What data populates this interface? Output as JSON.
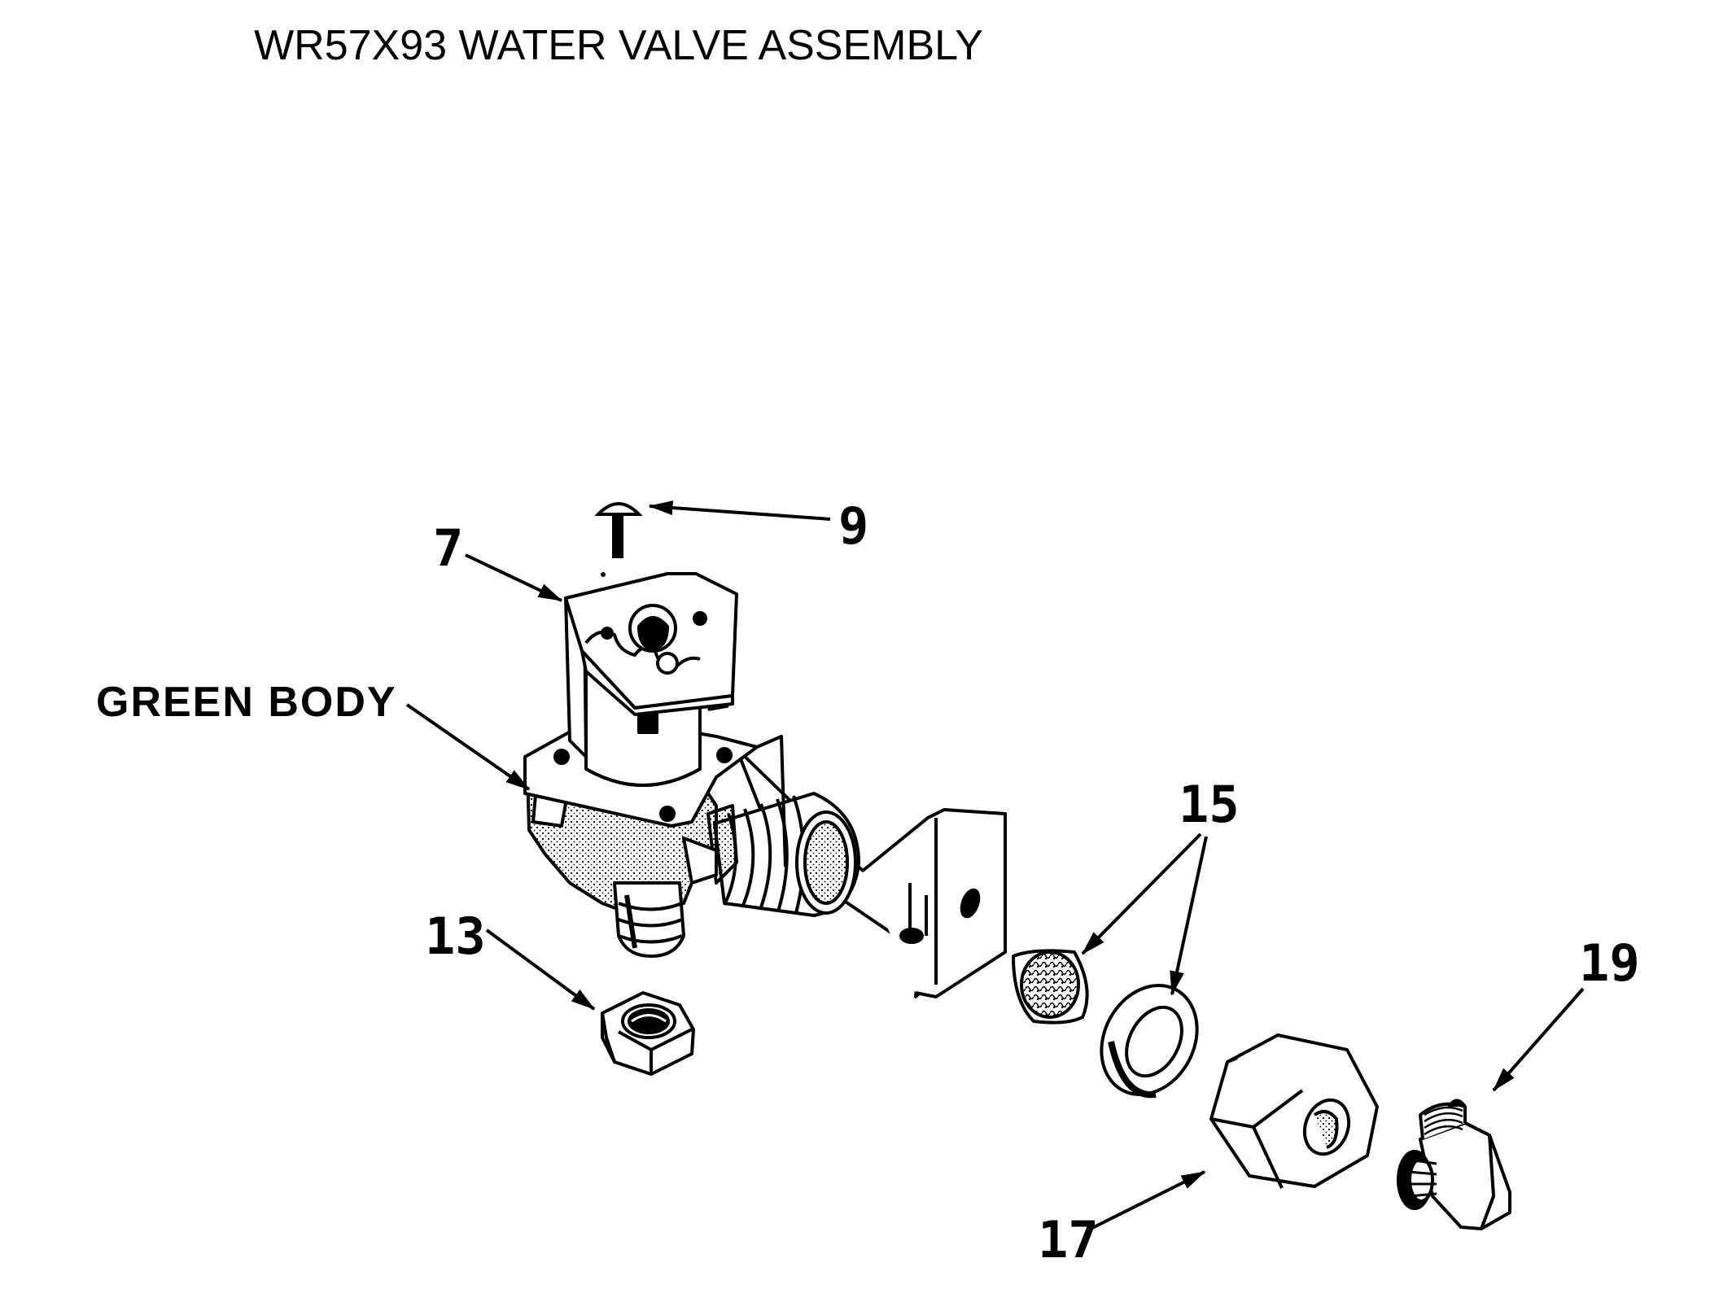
{
  "title": "WR57X93 WATER VALVE ASSEMBLY",
  "callouts": {
    "green_body": "GREEN BODY",
    "c7": "7",
    "c9": "9",
    "c13": "13",
    "c15": "15",
    "c17": "17",
    "c19": "19"
  },
  "parts": {
    "valve_assembly": "valve-assembly",
    "screw": "screw",
    "hex_nut": "hex-nut",
    "filter_screen": "filter-screen",
    "washer": "washer",
    "compression_nut": "compression-nut",
    "elbow_fitting": "elbow-fitting"
  },
  "colors": {
    "ink": "#000000",
    "paper": "#ffffff"
  }
}
